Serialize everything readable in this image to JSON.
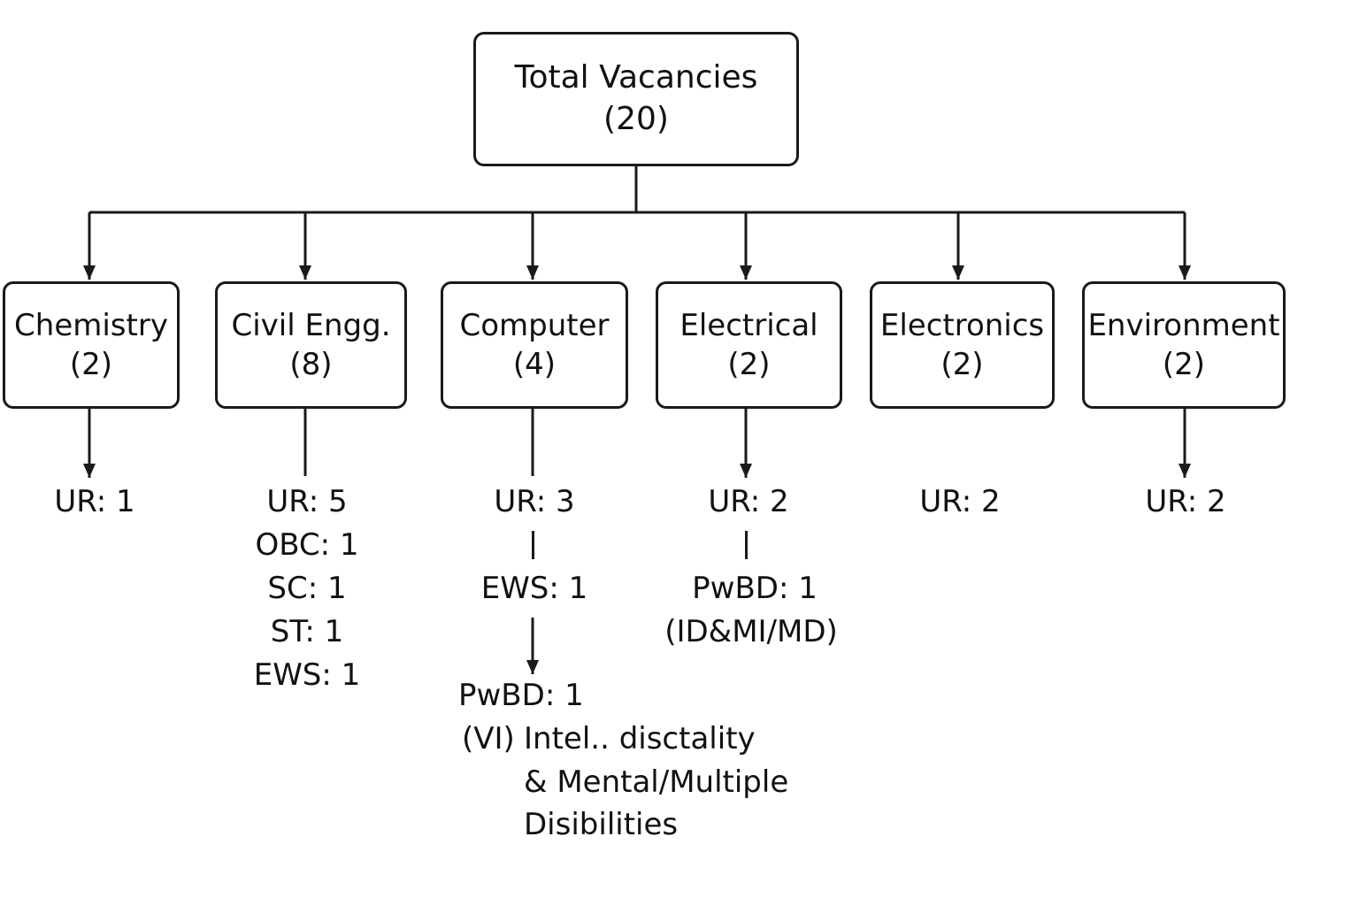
{
  "root": {
    "title": "Total Vacancies",
    "count": "(20)"
  },
  "departments": [
    {
      "name": "Chemistry",
      "count": "(2)"
    },
    {
      "name": "Civil Engg.",
      "count": "(8)"
    },
    {
      "name": "Computer",
      "count": "(4)"
    },
    {
      "name": "Electrical",
      "count": "(2)"
    },
    {
      "name": "Electronics",
      "count": "(2)"
    },
    {
      "name": "Environment",
      "count": "(2)"
    }
  ],
  "breakdown": {
    "chemistry": [
      "UR: 1"
    ],
    "civil": [
      "UR: 5",
      "OBC: 1",
      "SC: 1",
      "ST: 1",
      "EWS: 1"
    ],
    "computer": {
      "ur": "UR: 3",
      "ews": "EWS: 1",
      "pwbd": "PwBD: 1",
      "pwbd_code": "(VI)",
      "pwbd_notes": [
        "Intel.. disctality",
        "& Mental/Multiple",
        "Disibilities"
      ]
    },
    "electrical": {
      "ur": "UR: 2",
      "pwbd": "PwBD: 1",
      "pwbd_detail": "(ID&MI/MD)"
    },
    "electronics": [
      "UR: 2"
    ],
    "environment": [
      "UR: 2"
    ]
  }
}
